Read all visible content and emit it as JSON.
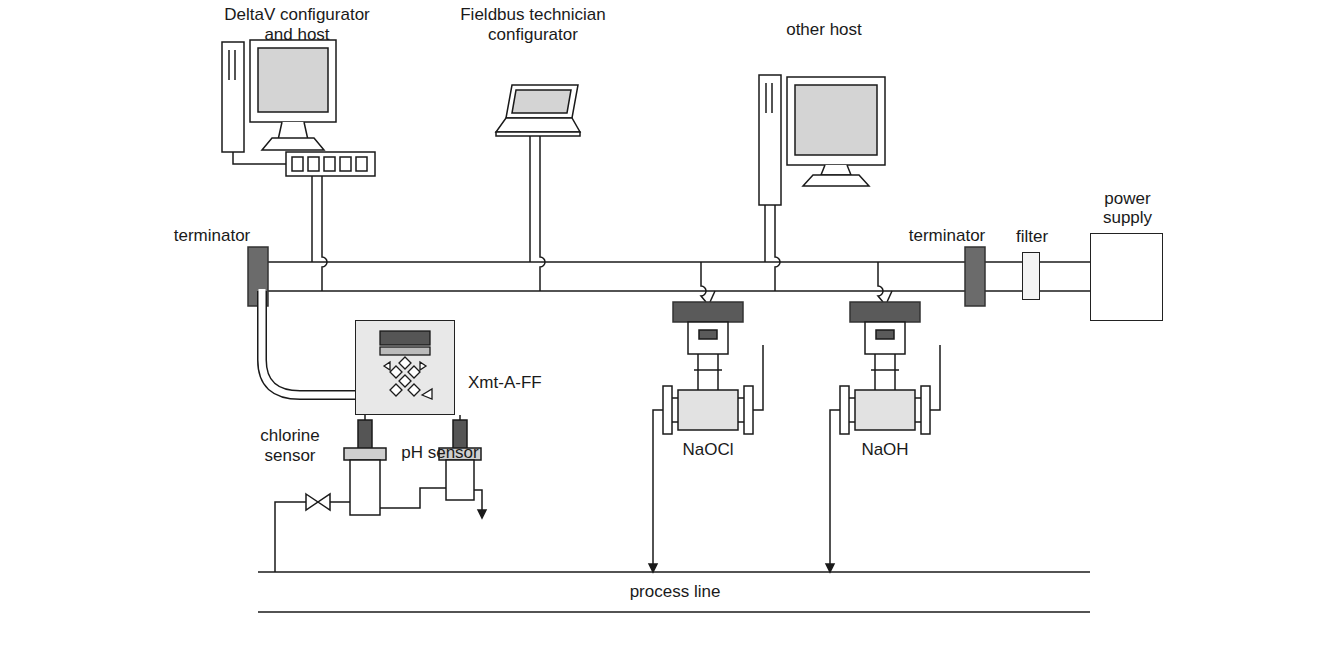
{
  "diagram": {
    "nodes": [
      {
        "text": [
          "filter"
        ]
      },
      {
        "text": [
          "power supply"
        ]
      },
      {
        "text": [
          "Xmt-A-FF"
        ]
      }
    ],
    "edges": [
      {
        "from": 0,
        "to": 1,
        "arrow": "none"
      }
    ],
    "labels": [
      "DeltaV configurator and host",
      "Fieldbus technician configurator",
      "other host",
      "terminator",
      "terminator",
      "chlorine sensor",
      "pH sensor",
      "NaOCl",
      "NaOH",
      "process line"
    ]
  }
}
